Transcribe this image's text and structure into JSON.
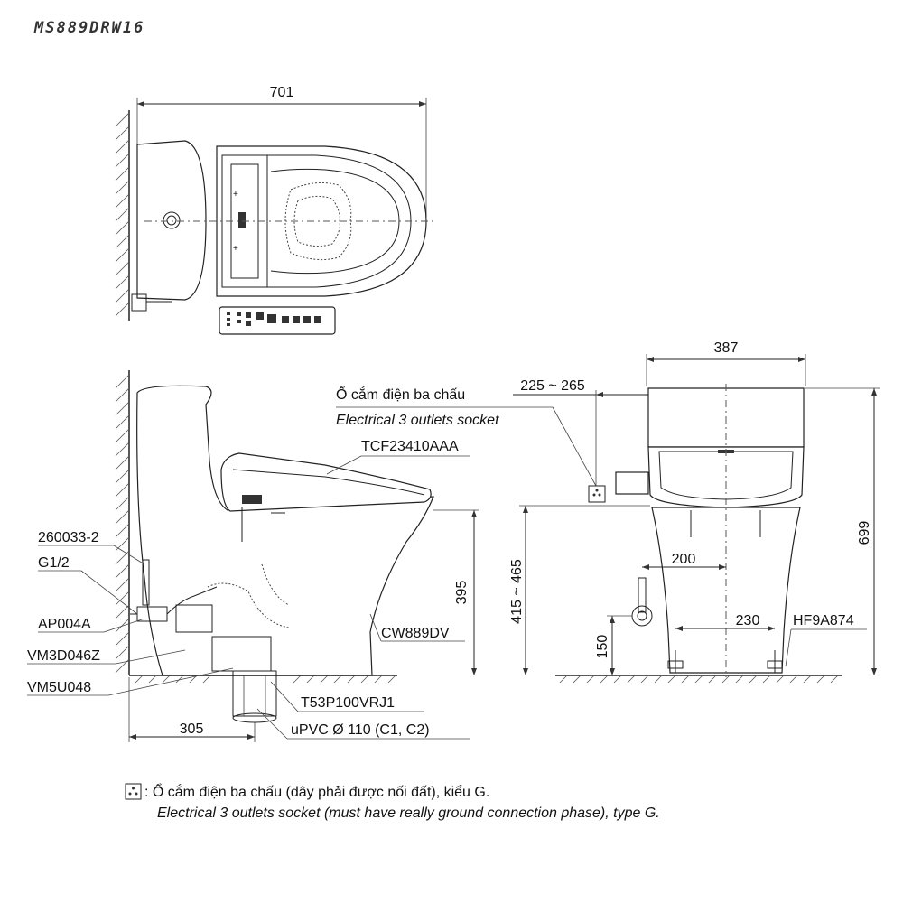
{
  "model_code": "MS889DRW16",
  "dimensions": {
    "top_width": "701",
    "side_depth": "305",
    "side_seat_height": "395",
    "front_width": "387",
    "front_outlet_distance": "225 ~ 265",
    "front_outlet_height": "415 ~ 465",
    "front_height": "699",
    "front_supply_offset": "200",
    "front_bolt_spacing": "230",
    "front_supply_height": "150"
  },
  "labels": {
    "outlet_vn": "Ổ cắm điện ba chấu",
    "outlet_en": "Electrical 3 outlets socket",
    "seat": "TCF23410AAA",
    "part_260033": "260033-2",
    "g12": "G1/2",
    "ap004a": "AP004A",
    "vm3d046z": "VM3D046Z",
    "vm5u048": "VM5U048",
    "bowl": "CW889DV",
    "t53": "T53P100VRJ1",
    "upvc": "uPVC Ø 110 (C1, C2)",
    "hf9a874": "HF9A874"
  },
  "legend": {
    "line1": ": Ổ cắm điện ba chấu (dây phải được nối đất), kiểu G.",
    "line2": "Electrical 3 outlets socket (must have really ground connection phase), type G."
  }
}
